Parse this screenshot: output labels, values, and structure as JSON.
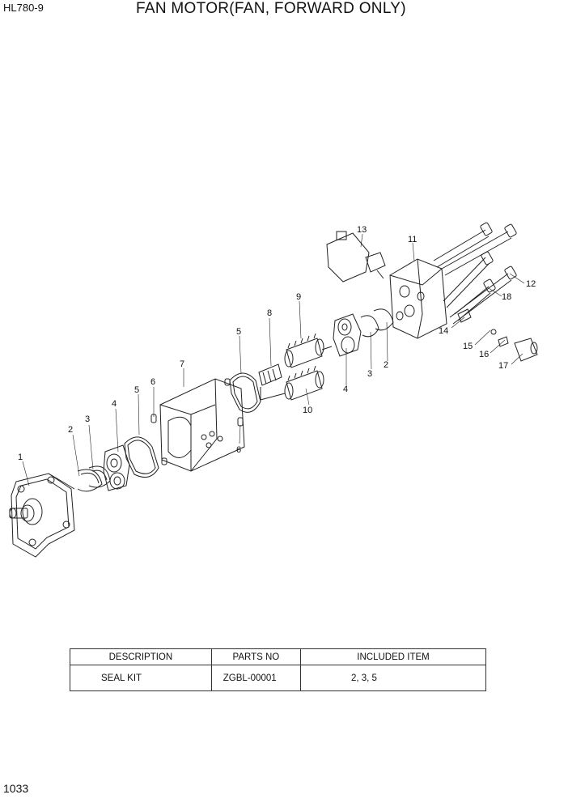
{
  "header": {
    "model": "HL780-9",
    "title": "FAN MOTOR(FAN, FORWARD ONLY)"
  },
  "callouts": [
    "1",
    "2",
    "3",
    "4",
    "5",
    "5",
    "6",
    "6",
    "7",
    "8",
    "9",
    "10",
    "4",
    "3",
    "2",
    "11",
    "12",
    "13",
    "14",
    "15",
    "16",
    "17",
    "18"
  ],
  "kit_table": {
    "headers": [
      "DESCRIPTION",
      "PARTS NO",
      "INCLUDED ITEM"
    ],
    "rows": [
      {
        "description": "SEAL KIT",
        "parts_no": "ZGBL-00001",
        "included": "2, 3, 5"
      }
    ]
  },
  "footer": {
    "page_number": "1033"
  }
}
